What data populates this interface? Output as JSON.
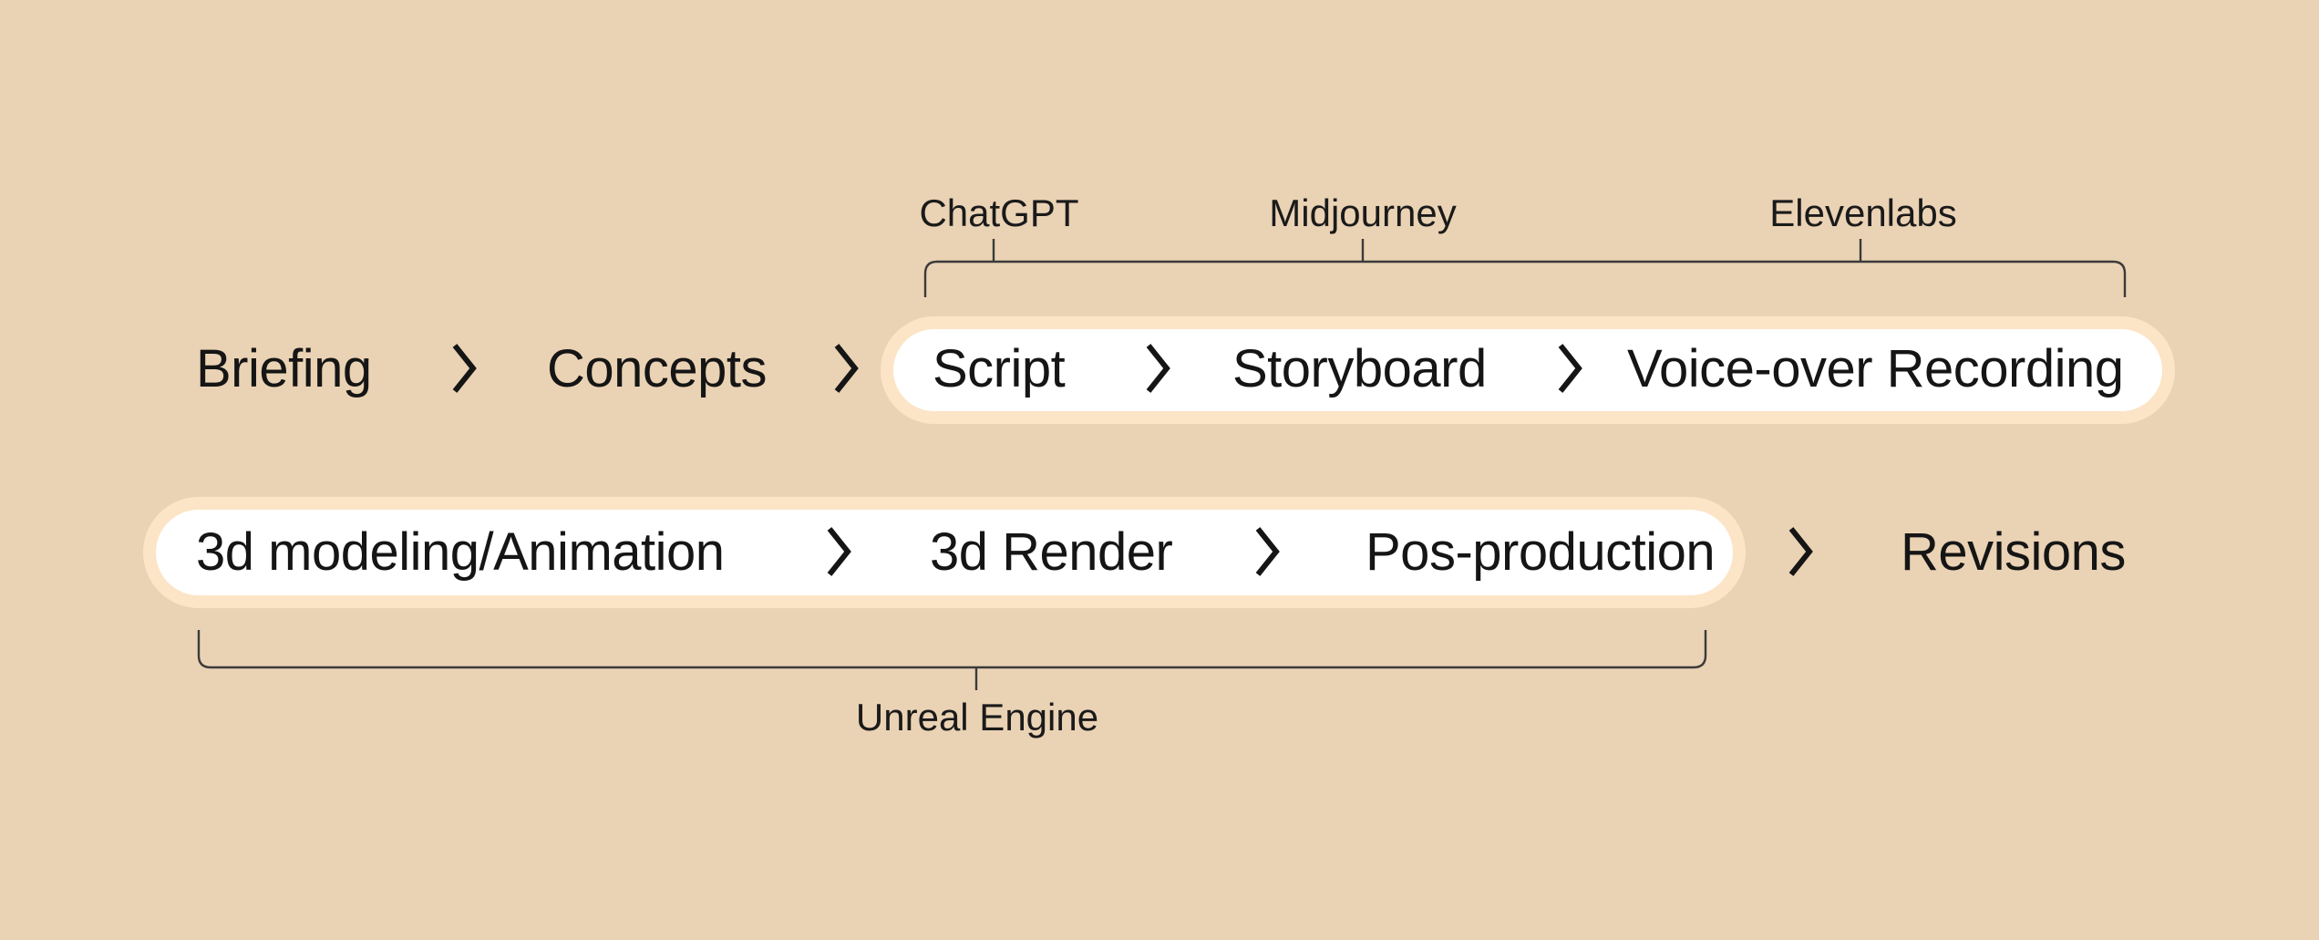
{
  "diagram": {
    "title_hint": "video production pipeline",
    "colors": {
      "background": "#ead2b4",
      "pill_fill": "#ffffff",
      "pill_ring": "#fce4c6",
      "text": "#151515",
      "bracket_line": "#3a3a3a"
    },
    "row1": {
      "steps_outside": [
        "Briefing",
        "Concepts"
      ],
      "pill_steps": [
        "Script",
        "Storyboard",
        "Voice-over Recording"
      ],
      "tools": [
        "ChatGPT",
        "Midjourney",
        "Elevenlabs"
      ]
    },
    "row2": {
      "pill_steps": [
        "3d modeling/Animation",
        "3d Render",
        "Pos-production"
      ],
      "steps_outside": [
        "Revisions"
      ],
      "tools": [
        "Unreal Engine"
      ]
    }
  }
}
